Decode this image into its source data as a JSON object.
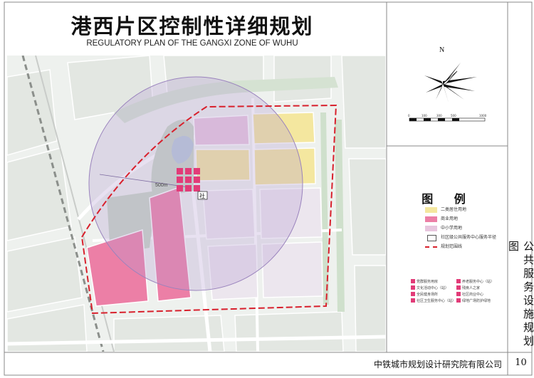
{
  "title": {
    "cn": "港西片区控制性详细规划",
    "en": "REGULATORY PLAN OF THE GANGXI ZONE OF WUHU"
  },
  "north_label": "N",
  "scale_bar": {
    "labels": [
      "0",
      "100",
      "300",
      "500",
      "1000"
    ]
  },
  "map": {
    "radius_label": "500m",
    "center_marker": "社"
  },
  "legend": {
    "title": "图  例",
    "items": [
      {
        "label": "二类居住用地",
        "color": "#f4e79f"
      },
      {
        "label": "商业用地",
        "color": "#ec7fa6"
      },
      {
        "label": "中小学用地",
        "color": "#e8c6de"
      },
      {
        "label": "社区级公共服务中心服务半径",
        "icon": "community-marker"
      },
      {
        "label": "规划范围线",
        "line_color": "#d8202c"
      }
    ]
  },
  "facilities": [
    {
      "label": "党群服务用房"
    },
    {
      "label": "养老服务中心（站）"
    },
    {
      "label": "文化活动中心（站）"
    },
    {
      "label": "残疾人之家"
    },
    {
      "label": "全民健身场所"
    },
    {
      "label": "社区商业中心"
    },
    {
      "label": "社区卫生服务中心（站）"
    },
    {
      "label": "绿地广场防护绿地"
    }
  ],
  "side_title": "公共服务设施规划图",
  "footer": {
    "company": "中铁城市规划设计研究院有限公司",
    "page": "10"
  }
}
